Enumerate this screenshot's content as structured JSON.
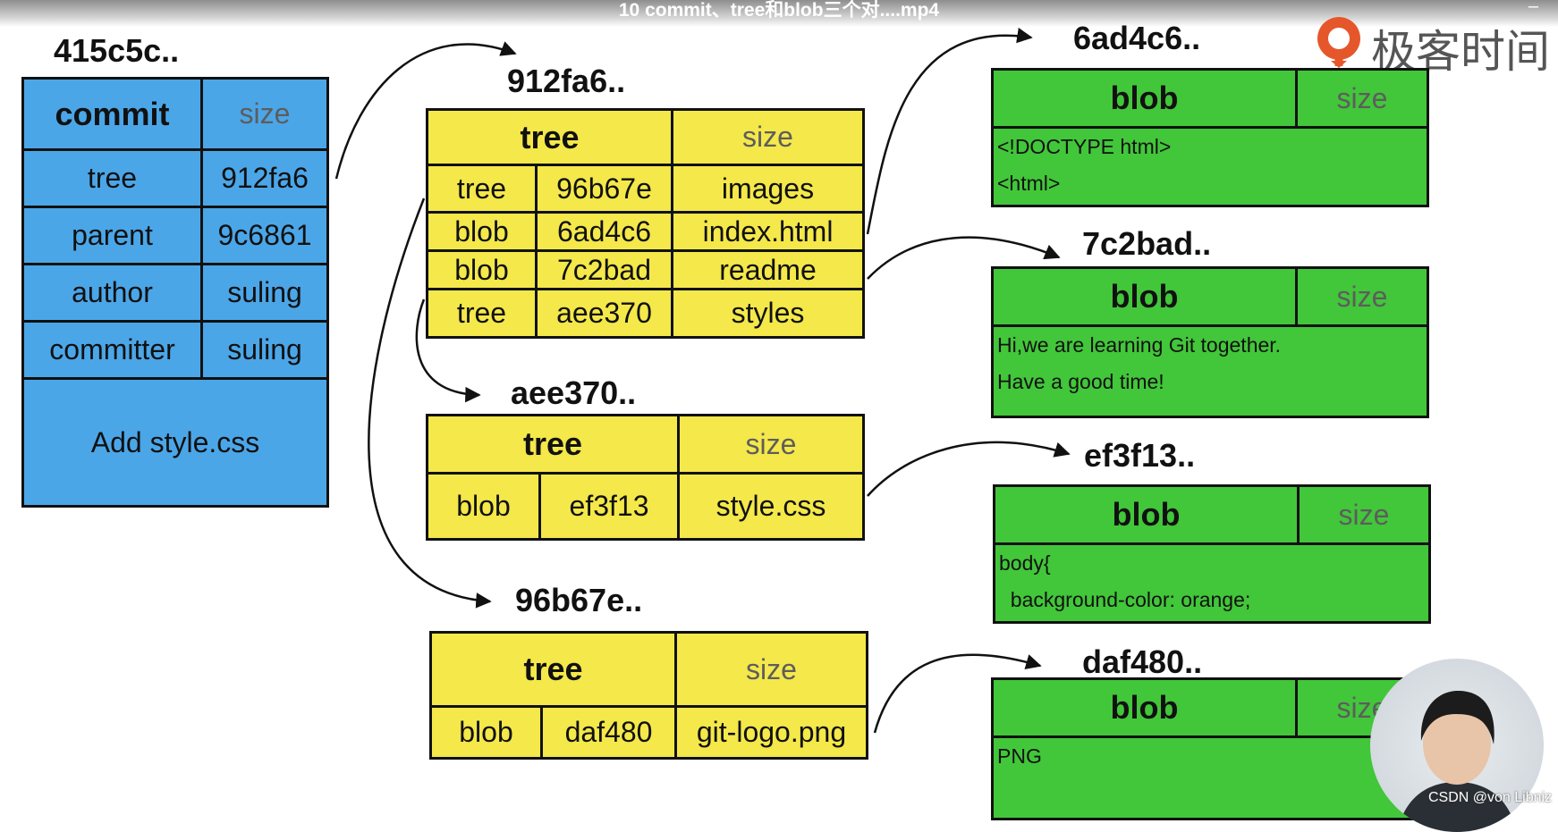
{
  "video": {
    "title": "10  commit、tree和blob三个对....mp4",
    "minimize": "–"
  },
  "logo": {
    "text": "极客时间",
    "brand_color": "#e5572b"
  },
  "watermark": "CSDN @von Libniz",
  "commit": {
    "hash": "415c5c..",
    "type": "commit",
    "size_label": "size",
    "rows": [
      {
        "key": "tree",
        "value": "912fa6"
      },
      {
        "key": "parent",
        "value": "9c6861"
      },
      {
        "key": "author",
        "value": "suling"
      },
      {
        "key": "committer",
        "value": "suling"
      }
    ],
    "message": "Add style.css",
    "color": "#4ba6e8"
  },
  "trees": [
    {
      "hash": "912fa6..",
      "type": "tree",
      "size_label": "size",
      "entries": [
        {
          "type": "tree",
          "hash": "96b67e",
          "name": "images"
        },
        {
          "type": "blob",
          "hash": "6ad4c6",
          "name": "index.html"
        },
        {
          "type": "blob",
          "hash": "7c2bad",
          "name": "readme"
        },
        {
          "type": "tree",
          "hash": "aee370",
          "name": "styles"
        }
      ]
    },
    {
      "hash": "aee370..",
      "type": "tree",
      "size_label": "size",
      "entries": [
        {
          "type": "blob",
          "hash": "ef3f13",
          "name": "style.css"
        }
      ]
    },
    {
      "hash": "96b67e..",
      "type": "tree",
      "size_label": "size",
      "entries": [
        {
          "type": "blob",
          "hash": "daf480",
          "name": "git-logo.png"
        }
      ]
    }
  ],
  "blobs": [
    {
      "hash": "6ad4c6..",
      "type": "blob",
      "size_label": "size",
      "lines": [
        "<!DOCTYPE html>",
        "<html>"
      ]
    },
    {
      "hash": "7c2bad..",
      "type": "blob",
      "size_label": "size",
      "lines": [
        "Hi,we are learning Git together.",
        "Have a good time!"
      ]
    },
    {
      "hash": "ef3f13..",
      "type": "blob",
      "size_label": "size",
      "lines": [
        "body{",
        "  background-color: orange;"
      ]
    },
    {
      "hash": "daf480..",
      "type": "blob",
      "size_label": "size",
      "lines": [
        "PNG"
      ]
    }
  ],
  "colors": {
    "commit": "#4ba6e8",
    "tree": "#f4e84a",
    "blob": "#42c63a"
  }
}
